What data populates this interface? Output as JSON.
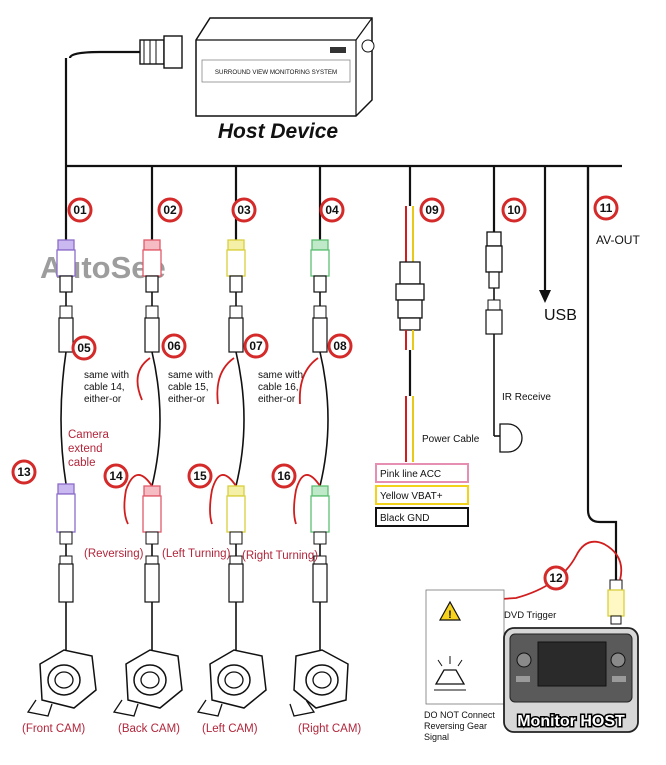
{
  "host": {
    "title": "Host Device",
    "box_text": "SURROUND VIEW MONITORING SYSTEM"
  },
  "watermark": "AutoSee",
  "badges": [
    "01",
    "02",
    "03",
    "04",
    "05",
    "06",
    "07",
    "08",
    "09",
    "10",
    "11",
    "12",
    "13",
    "14",
    "15",
    "16"
  ],
  "notes": {
    "cable14": [
      "same with",
      "cable 14,",
      "either-or"
    ],
    "cable15": [
      "same with",
      "cable 15,",
      "either-or"
    ],
    "cable16": [
      "same with",
      "cable 16,",
      "either-or"
    ],
    "camera_extend": [
      "Camera",
      "extend",
      "cable"
    ]
  },
  "labels": {
    "usb": "USB",
    "av_out": "AV-OUT",
    "ir_receive": "IR Receive",
    "power_cable": "Power Cable",
    "dvd_trigger": "DVD Trigger",
    "warning": [
      "DO NOT Connect",
      "Reversing Gear",
      "Signal"
    ],
    "monitor_host": "Monitor  HOST"
  },
  "power_legend": [
    {
      "text": "Pink line ACC",
      "color": "#e78fb3"
    },
    {
      "text": "Yellow VBAT+",
      "color": "#f2d21a"
    },
    {
      "text": "Black GND",
      "color": "#111111"
    }
  ],
  "trigger_labels": [
    "(Reversing)",
    "(Left Turning)",
    "(Right Turning)"
  ],
  "cameras": [
    "(Front CAM)",
    "(Back CAM)",
    "(Left CAM)",
    "(Right CAM)"
  ],
  "colors": {
    "badge_ring": "#d42a2a",
    "red_label": "#b2263b",
    "connector_purple": "#8c6cc9",
    "connector_red": "#e05a6a",
    "connector_yellow": "#e6df4a",
    "connector_green": "#5cbf72"
  }
}
